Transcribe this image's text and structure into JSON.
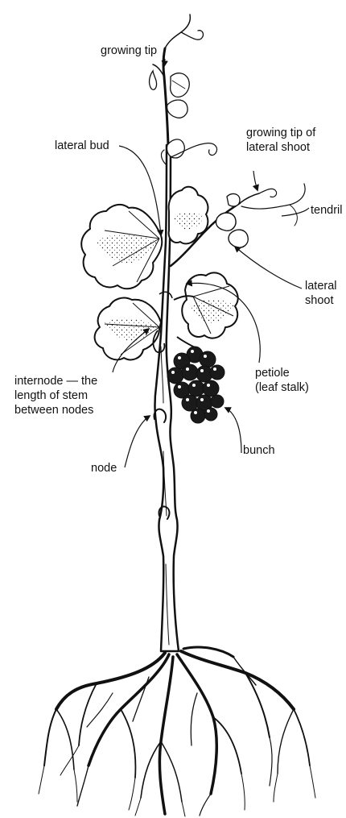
{
  "labels": {
    "growing_tip": "growing tip",
    "lateral_bud": "lateral bud",
    "growing_tip_lateral": [
      "growing tip of",
      "lateral shoot"
    ],
    "tendril": "tendril",
    "lateral_shoot": [
      "lateral",
      "shoot"
    ],
    "petiole": [
      "petiole",
      "(leaf stalk)"
    ],
    "internode": [
      "internode — the",
      "length of stem",
      "between nodes"
    ],
    "bunch": "bunch",
    "node": "node"
  },
  "colors": {
    "ink": "#111111",
    "paper": "#ffffff"
  }
}
